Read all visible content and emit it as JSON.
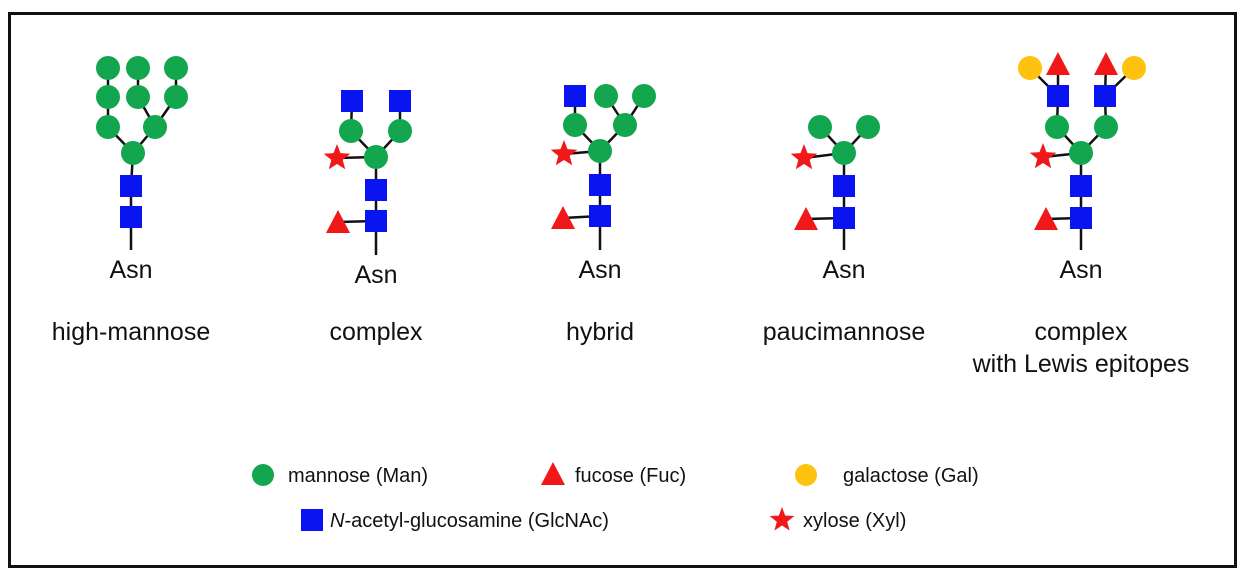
{
  "colors": {
    "mannose": "#12a64e",
    "glcnac": "#0a14f0",
    "fucose": "#f01818",
    "xylose": "#f01818",
    "galactose": "#ffc20e",
    "line": "#111111"
  },
  "root_label": "Asn",
  "glycans": [
    {
      "name": "high-mannose",
      "label_lines": [
        "high-mannose"
      ],
      "residues": [
        {
          "id": "g1",
          "type": "glcnac",
          "parent": null
        },
        {
          "id": "g2",
          "type": "glcnac",
          "parent": "g1"
        },
        {
          "id": "m1",
          "type": "mannose",
          "parent": "g2"
        },
        {
          "id": "m2",
          "type": "mannose",
          "parent": "m1"
        },
        {
          "id": "m3",
          "type": "mannose",
          "parent": "m1"
        },
        {
          "id": "m4",
          "type": "mannose",
          "parent": "m2"
        },
        {
          "id": "m5",
          "type": "mannose",
          "parent": "m4"
        },
        {
          "id": "m6",
          "type": "mannose",
          "parent": "m3"
        },
        {
          "id": "m7",
          "type": "mannose",
          "parent": "m6"
        },
        {
          "id": "m8",
          "type": "mannose",
          "parent": "m3"
        },
        {
          "id": "m9",
          "type": "mannose",
          "parent": "m8"
        }
      ]
    },
    {
      "name": "complex",
      "label_lines": [
        "complex"
      ],
      "residues": [
        {
          "id": "g1",
          "type": "glcnac",
          "parent": null
        },
        {
          "id": "f1",
          "type": "fucose",
          "parent": "g1"
        },
        {
          "id": "g2",
          "type": "glcnac",
          "parent": "g1"
        },
        {
          "id": "m1",
          "type": "mannose",
          "parent": "g2"
        },
        {
          "id": "x1",
          "type": "xylose",
          "parent": "m1"
        },
        {
          "id": "m2",
          "type": "mannose",
          "parent": "m1"
        },
        {
          "id": "m3",
          "type": "mannose",
          "parent": "m1"
        },
        {
          "id": "g3",
          "type": "glcnac",
          "parent": "m2"
        },
        {
          "id": "g4",
          "type": "glcnac",
          "parent": "m3"
        }
      ]
    },
    {
      "name": "hybrid",
      "label_lines": [
        "hybrid"
      ],
      "residues": [
        {
          "id": "g1",
          "type": "glcnac",
          "parent": null
        },
        {
          "id": "f1",
          "type": "fucose",
          "parent": "g1"
        },
        {
          "id": "g2",
          "type": "glcnac",
          "parent": "g1"
        },
        {
          "id": "m1",
          "type": "mannose",
          "parent": "g2"
        },
        {
          "id": "x1",
          "type": "xylose",
          "parent": "m1"
        },
        {
          "id": "m2",
          "type": "mannose",
          "parent": "m1"
        },
        {
          "id": "m3",
          "type": "mannose",
          "parent": "m1"
        },
        {
          "id": "g3",
          "type": "glcnac",
          "parent": "m2"
        },
        {
          "id": "m4",
          "type": "mannose",
          "parent": "m3"
        },
        {
          "id": "m5",
          "type": "mannose",
          "parent": "m3"
        }
      ]
    },
    {
      "name": "paucimannose",
      "label_lines": [
        "paucimannose"
      ],
      "residues": [
        {
          "id": "g1",
          "type": "glcnac",
          "parent": null
        },
        {
          "id": "f1",
          "type": "fucose",
          "parent": "g1"
        },
        {
          "id": "g2",
          "type": "glcnac",
          "parent": "g1"
        },
        {
          "id": "m1",
          "type": "mannose",
          "parent": "g2"
        },
        {
          "id": "x1",
          "type": "xylose",
          "parent": "m1"
        },
        {
          "id": "m2",
          "type": "mannose",
          "parent": "m1"
        },
        {
          "id": "m3",
          "type": "mannose",
          "parent": "m1"
        }
      ]
    },
    {
      "name": "complex-lewis",
      "label_lines": [
        "complex",
        "with Lewis epitopes"
      ],
      "residues": [
        {
          "id": "g1",
          "type": "glcnac",
          "parent": null
        },
        {
          "id": "f1",
          "type": "fucose",
          "parent": "g1"
        },
        {
          "id": "g2",
          "type": "glcnac",
          "parent": "g1"
        },
        {
          "id": "m1",
          "type": "mannose",
          "parent": "g2"
        },
        {
          "id": "x1",
          "type": "xylose",
          "parent": "m1"
        },
        {
          "id": "m2",
          "type": "mannose",
          "parent": "m1"
        },
        {
          "id": "m3",
          "type": "mannose",
          "parent": "m1"
        },
        {
          "id": "g3",
          "type": "glcnac",
          "parent": "m2"
        },
        {
          "id": "g4",
          "type": "glcnac",
          "parent": "m3"
        },
        {
          "id": "ga1",
          "type": "galactose",
          "parent": "g3"
        },
        {
          "id": "f2",
          "type": "fucose",
          "parent": "g3"
        },
        {
          "id": "f3",
          "type": "fucose",
          "parent": "g4"
        },
        {
          "id": "ga2",
          "type": "galactose",
          "parent": "g4"
        }
      ]
    }
  ],
  "legend": [
    {
      "type": "mannose",
      "shape": "circle",
      "text": "mannose (Man)"
    },
    {
      "type": "fucose",
      "shape": "triangle",
      "text": "fucose (Fuc)"
    },
    {
      "type": "galactose",
      "shape": "circle",
      "text": "galactose (Gal)"
    },
    {
      "type": "glcnac",
      "shape": "square",
      "text_italic": "N",
      "text": "-acetyl-glucosamine (GlcNAc)"
    },
    {
      "type": "xylose",
      "shape": "star",
      "text": "xylose (Xyl)"
    }
  ]
}
